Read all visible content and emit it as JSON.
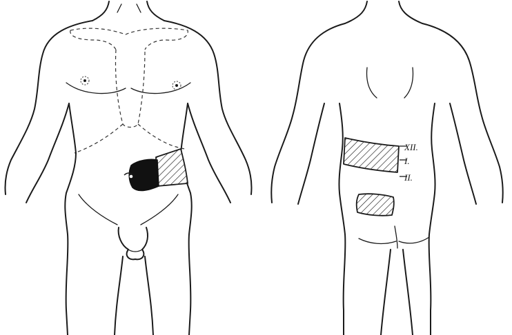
{
  "figure": {
    "vertebra_labels": [
      "XII.",
      "I.",
      "II."
    ],
    "colors": {
      "ink": "#1a1a1a",
      "hatch_fill": "#ffffff",
      "dark_zone": "#111111",
      "background": "#ffffff"
    },
    "views": [
      "anterior",
      "posterior"
    ]
  }
}
